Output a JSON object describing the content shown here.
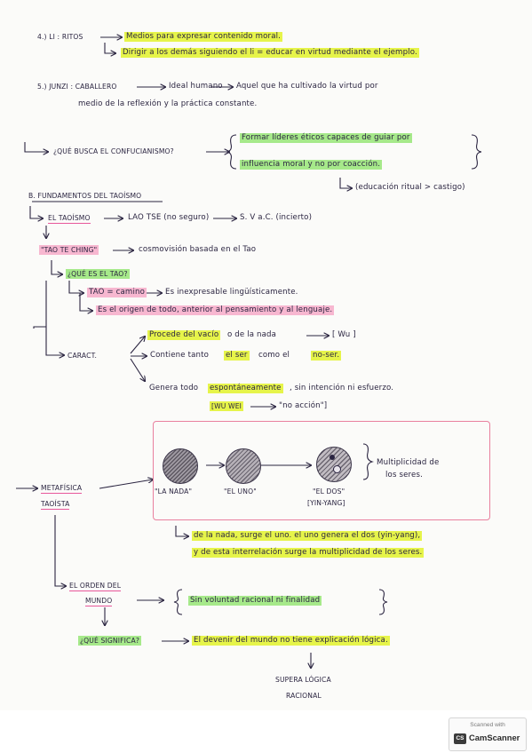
{
  "notes": {
    "sec4_label": "4.) LI : RITOS",
    "sec4_a": "Medios para expresar contenido moral.",
    "sec4_b": "Dirigir a los demás siguiendo el li = educar en virtud mediante el ejemplo.",
    "sec5_label": "5.) JUNZI : CABALLERO",
    "sec5_a": "Ideal humano",
    "sec5_b": "Aquel que ha cultivado la virtud por",
    "sec5_c": "medio de la reflexión y la práctica constante.",
    "conf_q": "¿QUÉ BUSCA EL CONFUCIANISMO?",
    "conf_a1": "Formar líderes éticos capaces de guiar por",
    "conf_a2": "influencia moral y no por coacción.",
    "conf_note": "(educación ritual > castigo)",
    "secB_title": "B. FUNDAMENTOS DEL TAOÍSMO",
    "taoismo": "EL TAOÍSMO",
    "lao": "LAO TSE (no seguro)",
    "century": "S. V a.C. (incierto)",
    "tao_book": "\"TAO TE CHING\"",
    "cosmo": "cosmovisión basada en el Tao",
    "que_tao": "¿QUÉ ES EL TAO?",
    "tao_camino": "TAO = camino",
    "inexpresable": "Es inexpresable lingüísticamente.",
    "origen": "Es el origen de todo, anterior al pensamiento y al lenguaje.",
    "caract": "CARACT.",
    "procede_a": "Procede del vacío",
    "procede_b": "o de la nada",
    "wu": "[ Wu ]",
    "contiene_a": "Contiene tanto",
    "contiene_b": "el ser",
    "contiene_c": "como el",
    "contiene_d": "no-ser.",
    "genera_a": "Genera todo",
    "genera_b": "espontáneamente",
    "genera_c": ", sin intención ni esfuerzo.",
    "wuwei_a": "[WU WEI",
    "wuwei_b": "\"no acción\"]",
    "meta_1": "METAFÍSICA",
    "meta_2": "TAOÍSTA",
    "nada": "\"LA NADA\"",
    "uno": "\"EL UNO\"",
    "dos": "\"EL DOS\"",
    "yinyang_tag": "[YIN-YANG]",
    "multi_1": "Multiplicidad de",
    "multi_2": "los seres.",
    "surge_1": "de la nada, surge el uno. el uno genera el dos (yin-yang),",
    "surge_2": "y de esta interrelación surge la multiplicidad de los seres.",
    "orden_1": "EL ORDEN DEL",
    "orden_2": "MUNDO",
    "sin_vol": "Sin voluntad racional ni finalidad",
    "que_sig": "¿QUÉ SIGNIFICA?",
    "devenir": "El devenir del mundo no tiene explicación lógica.",
    "supera_1": "SUPERA LÓGICA",
    "supera_2": "RACIONAL"
  },
  "scanner": {
    "caption": "Scanned with",
    "logo": "CS",
    "brand": "CamScanner"
  },
  "colors": {
    "highlight_yellow": "#e6f44a",
    "highlight_green": "#a6e98a",
    "highlight_pink": "#f7b7d0",
    "ink": "#2a2440"
  }
}
